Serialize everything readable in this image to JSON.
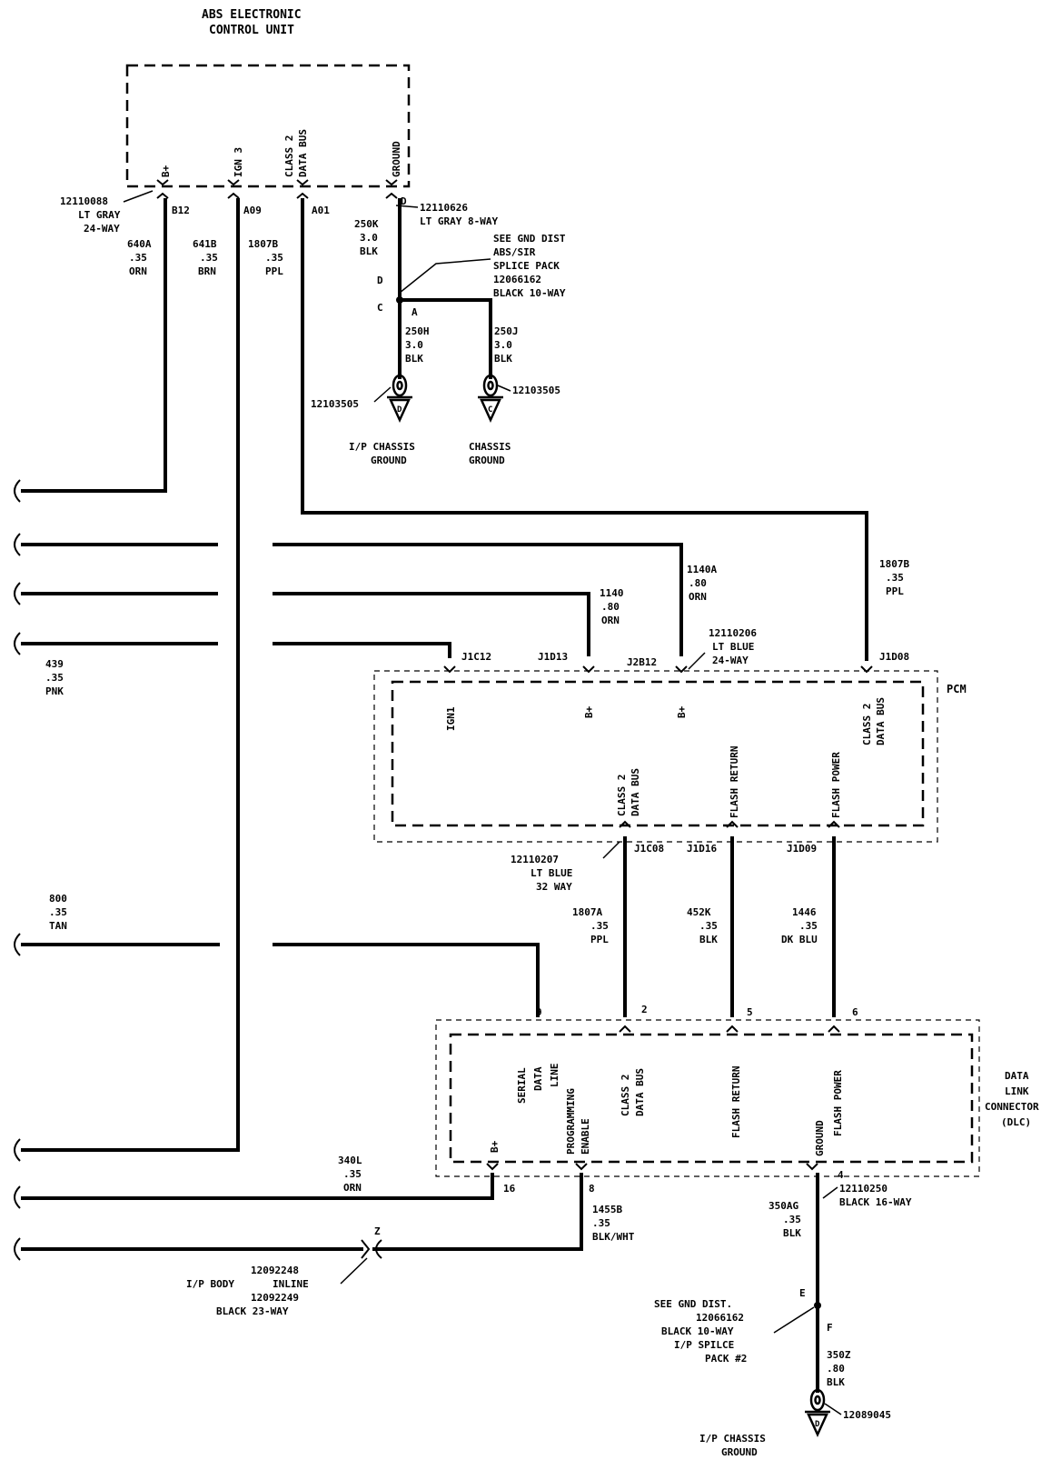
{
  "abs_ecu": {
    "title_line1": "ABS ELECTRONIC",
    "title_line2": "CONTROL UNIT",
    "pins": [
      "B+",
      "IGN 3",
      "CLASS 2",
      "DATA BUS",
      "GROUND"
    ],
    "connector": {
      "part": "12110088",
      "color": "LT GRAY",
      "type": "24-WAY"
    },
    "cavities": [
      "B12",
      "A09",
      "A01",
      "D"
    ],
    "ground_connector": {
      "part": "12110626",
      "desc": "LT GRAY 8-WAY"
    }
  },
  "wires": {
    "w640A": {
      "circuit": "640A",
      "gauge": ".35",
      "color": "ORN"
    },
    "w641B": {
      "circuit": "641B",
      "gauge": ".35",
      "color": "BRN"
    },
    "w1807B_top": {
      "circuit": "1807B",
      "gauge": ".35",
      "color": "PPL"
    },
    "w250K": {
      "circuit": "250K",
      "gauge": "3.0",
      "color": "BLK"
    },
    "w250H": {
      "circuit": "250H",
      "gauge": "3.0",
      "color": "BLK"
    },
    "w250J": {
      "circuit": "250J",
      "gauge": "3.0",
      "color": "BLK"
    },
    "w1140A": {
      "circuit": "1140A",
      "gauge": ".80",
      "color": "ORN"
    },
    "w1140": {
      "circuit": "1140",
      "gauge": ".80",
      "color": "ORN"
    },
    "w1807B_right": {
      "circuit": "1807B",
      "gauge": ".35",
      "color": "PPL"
    },
    "w439": {
      "circuit": "439",
      "gauge": ".35",
      "color": "PNK"
    },
    "w800": {
      "circuit": "800",
      "gauge": ".35",
      "color": "TAN"
    },
    "w1807A": {
      "circuit": "1807A",
      "gauge": ".35",
      "color": "PPL"
    },
    "w452K": {
      "circuit": "452K",
      "gauge": ".35",
      "color": "BLK"
    },
    "w1446": {
      "circuit": "1446",
      "gauge": ".35",
      "color": "DK BLU"
    },
    "w340L": {
      "circuit": "340L",
      "gauge": ".35",
      "color": "ORN"
    },
    "w1455B": {
      "circuit": "1455B",
      "gauge": ".35",
      "color": "BLK/WHT"
    },
    "w350AG": {
      "circuit": "350AG",
      "gauge": ".35",
      "color": "BLK"
    },
    "w350Z": {
      "circuit": "350Z",
      "gauge": ".80",
      "color": "BLK"
    }
  },
  "splice_pack": {
    "line1": "SEE GND DIST",
    "line2": "ABS/SIR",
    "line3": "SPLICE PACK",
    "line4": "12066162",
    "line5": "BLACK 10-WAY",
    "pins": [
      "D",
      "C",
      "A"
    ]
  },
  "grounds": {
    "ip_chassis": {
      "part": "12103505",
      "line1": "I/P CHASSIS",
      "line2": "GROUND",
      "letter": "D"
    },
    "chassis": {
      "part": "12103505",
      "line1": "CHASSIS",
      "line2": "GROUND",
      "letter": "C"
    },
    "ip_chassis_bottom": {
      "part": "12089045",
      "line1": "I/P CHASSIS",
      "line2": "GROUND",
      "letter": "D"
    }
  },
  "pcm": {
    "title": "PCM",
    "top_cavities": [
      "J1C12",
      "J1D13",
      "J2B12",
      "J1D08"
    ],
    "top_connector": {
      "part": "12110206",
      "color": "LT BLUE",
      "type": "24-WAY"
    },
    "pins_top": [
      "IGN1",
      "B+",
      "B+",
      "CLASS 2",
      "DATA BUS"
    ],
    "pins_bottom": [
      "CLASS 2",
      "DATA BUS",
      "FLASH RETURN",
      "FLASH POWER"
    ],
    "bottom_cavities": [
      "J1C08",
      "J1D16",
      "J1D09"
    ],
    "bottom_connector": {
      "part": "12110207",
      "color": "LT BLUE",
      "type": "32 WAY"
    }
  },
  "dlc": {
    "title_line1": "DATA",
    "title_line2": "LINK",
    "title_line3": "CONNECTOR",
    "title_line4": "(DLC)",
    "top_cavities": [
      "9",
      "2",
      "5",
      "6"
    ],
    "pins_top": [
      "SERIAL",
      "DATA",
      "LINE",
      "CLASS 2",
      "DATA BUS",
      "FLASH RETURN",
      "FLASH POWER"
    ],
    "pins_bottom": [
      "B+",
      "PROGRAMMING",
      "ENABLE",
      "GROUND"
    ],
    "bottom_cavities": [
      "16",
      "8",
      "4"
    ],
    "bottom_connector": {
      "part": "12110250",
      "desc": "BLACK 16-WAY"
    }
  },
  "inline": {
    "cavity": "Z",
    "part1": "12092248",
    "label": "I/P BODY",
    "inline_word": "INLINE",
    "part2": "12092249",
    "desc": "BLACK 23-WAY"
  },
  "splice_pack2": {
    "line1": "SEE GND DIST.",
    "line2": "12066162",
    "line3": "BLACK 10-WAY",
    "line4": "I/P SPILCE",
    "line5": "PACK #2",
    "pins": [
      "E",
      "F"
    ]
  }
}
